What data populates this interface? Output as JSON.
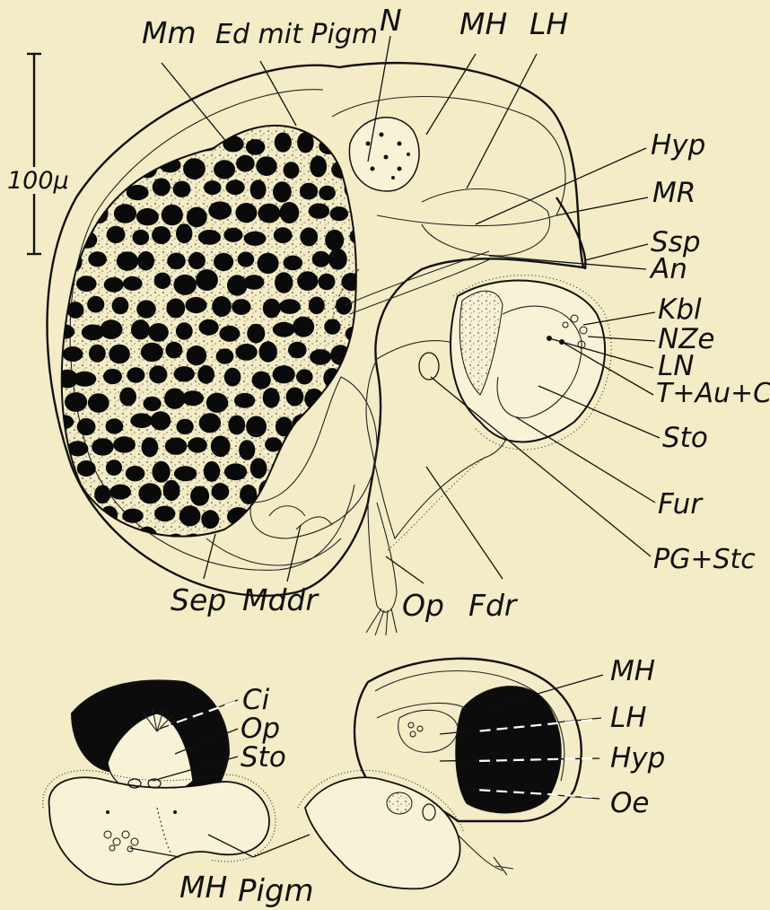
{
  "figure": {
    "scale_bar_label": "100µ",
    "main_labels": {
      "Mm": "Mm",
      "EdPigm": "Ed mit Pigm",
      "N": "N",
      "MH": "MH",
      "LH": "LH",
      "Hyp": "Hyp",
      "MR": "MR",
      "Ssp": "Ssp",
      "An": "An",
      "Kbl": "Kbl",
      "NZe": "NZe",
      "LN": "LN",
      "TAuCG": "T+Au+CG",
      "Sto": "Sto",
      "Fur": "Fur",
      "PGStc": "PG+Stc",
      "Sep": "Sep",
      "Mddr": "Mddr",
      "Op": "Op",
      "Fdr": "Fdr"
    },
    "left_small_labels": {
      "Ci": "Ci",
      "Op": "Op",
      "Sto": "Sto",
      "MH": "MH",
      "Pigm": "Pigm"
    },
    "right_small_labels": {
      "MH": "MH",
      "LH": "LH",
      "Hyp": "Hyp",
      "Oe": "Oe"
    },
    "colors": {
      "paper": "#f3ecc6",
      "ink": "#111111"
    }
  }
}
